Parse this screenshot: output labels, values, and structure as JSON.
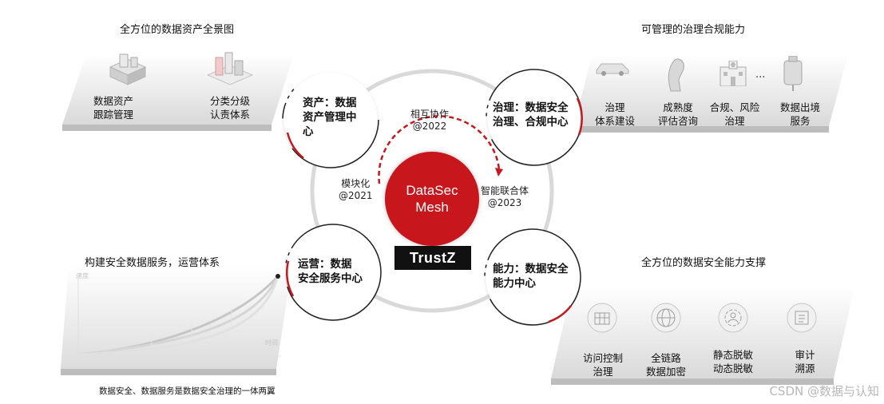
{
  "sections": {
    "top_left_title": "全方位的数据资产全景图",
    "top_right_title": "可管理的治理合规能力",
    "bottom_left_title": "构建安全数据服务，运营体系",
    "bottom_right_title": "全方位的数据安全能力支撑"
  },
  "top_left_items": [
    {
      "line1": "数据资产",
      "line2": "跟踪管理",
      "icon": "building-3d-icon"
    },
    {
      "line1": "分类分级",
      "line2": "认责体系",
      "icon": "city-blocks-icon"
    }
  ],
  "top_right_items": [
    {
      "line1": "治理",
      "line2": "体系建设",
      "icon": "car-icon"
    },
    {
      "line1": "成熟度",
      "line2": "评估咨询",
      "icon": "horse-head-icon"
    },
    {
      "line1": "合规、风险",
      "line2": "治理",
      "icon": "hospital-icon"
    },
    {
      "line1": "数据出境",
      "line2": "服务",
      "icon": "medicine-bag-icon"
    }
  ],
  "top_right_ellipsis": "...",
  "bottom_right_items": [
    {
      "line1": "访问控制",
      "line2": "治理",
      "icon": "building-control-icon"
    },
    {
      "line1": "全链路",
      "line2": "数据加密",
      "icon": "globe-icon"
    },
    {
      "line1": "静态脱敏",
      "line2": "动态脱敏",
      "icon": "gear-user-icon"
    },
    {
      "line1": "审计",
      "line2": "溯源",
      "icon": "audit-building-icon"
    }
  ],
  "growth_chart": {
    "ylabel": "速度",
    "xlabel": "时间",
    "caption": "数据安全、数据服务是数据安全治理的一体两翼"
  },
  "center": {
    "line1": "DataSec",
    "line2": "Mesh",
    "color": "#c8161d"
  },
  "nodes": {
    "top_left": {
      "line1": "资产：数据",
      "line2": "资产管理中",
      "line3": "心"
    },
    "top_right": {
      "line1": "治理：数据安全",
      "line2": "治理、合规中心"
    },
    "bottom_left": {
      "line1": "运营：数据",
      "line2": "安全服务中心"
    },
    "bottom_right": {
      "line1": "能力：数据安全",
      "line2": "能力中心"
    }
  },
  "phases": {
    "p2021": {
      "line1": "模块化",
      "line2": "@2021"
    },
    "p2022": {
      "line1": "相互协作",
      "line2": "@2022"
    },
    "p2023": {
      "line1": "智能联合体",
      "line2": "@2023"
    }
  },
  "logo": "TrustZ",
  "watermark": "CSDN @数据与认知"
}
